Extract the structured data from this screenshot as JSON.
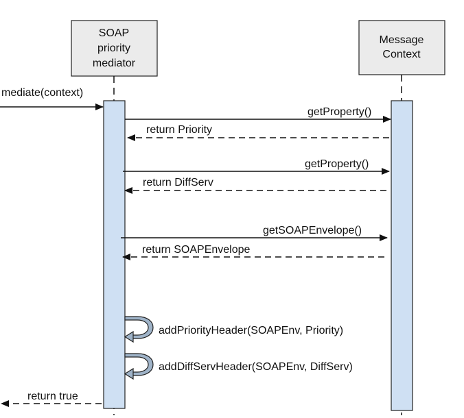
{
  "participants": {
    "mediator": {
      "lines": [
        "SOAP",
        "priority",
        "mediator"
      ]
    },
    "context": {
      "lines": [
        "Message",
        "Context"
      ]
    }
  },
  "messages": {
    "mediate": "mediate(context)",
    "get_property_1": "getProperty()",
    "return_priority": "return Priority",
    "get_property_2": "getProperty()",
    "return_diffserv": "return DiffServ",
    "get_envelope": "getSOAPEnvelope()",
    "return_envelope": "return SOAPEnvelope",
    "add_priority_header": "addPriorityHeader(SOAPEnv, Priority)",
    "add_diffserv_header": "addDiffServHeader(SOAPEnv, DiffServ)",
    "return_true": "return true"
  },
  "colors": {
    "box_fill": "#ebebeb",
    "activation_fill": "#cfe0f3",
    "self_call_fill": "#9fb3c8",
    "line": "#111111"
  }
}
